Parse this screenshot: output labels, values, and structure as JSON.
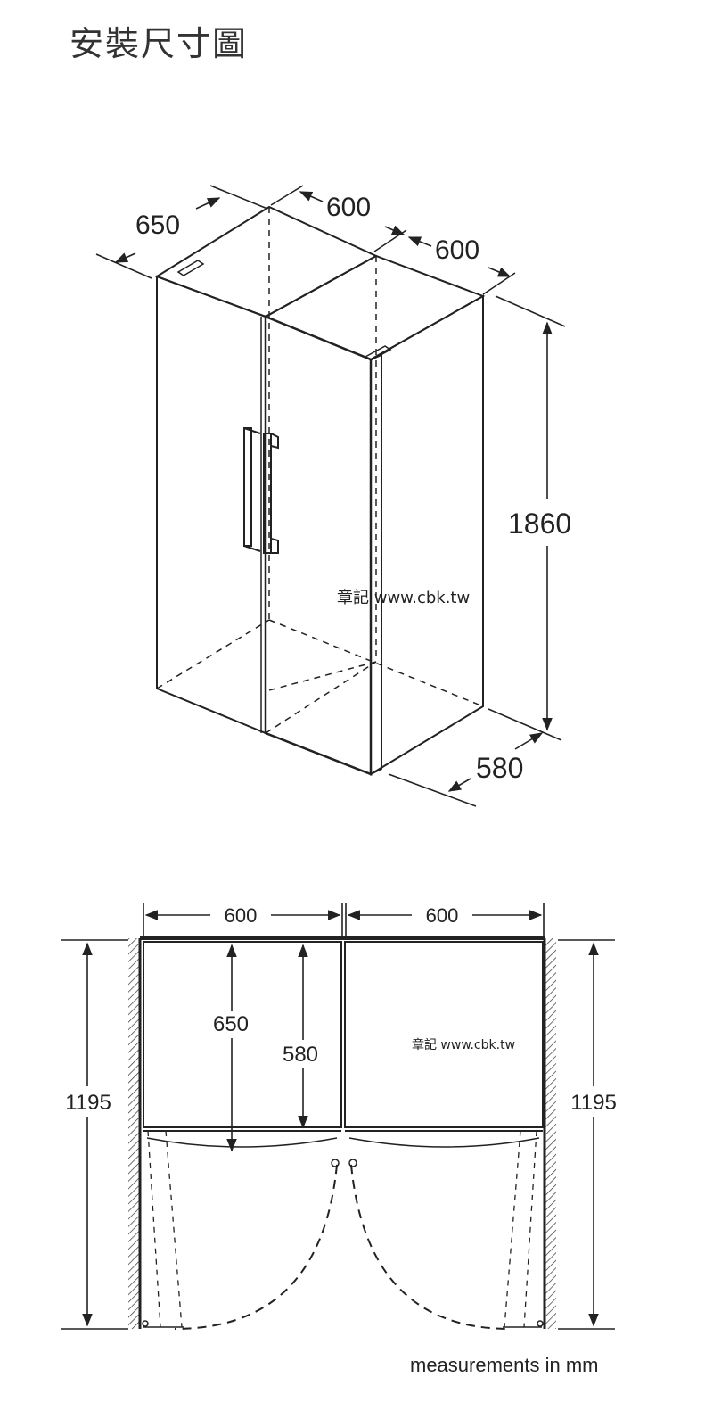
{
  "title": "安裝尺寸圖",
  "iso_view": {
    "depth_label": "650",
    "left_width_label": "600",
    "right_width_label": "600",
    "height_label": "1860",
    "base_depth_label": "580",
    "watermark": "章記 www.cbk.tw"
  },
  "plan_view": {
    "left_width_label": "600",
    "right_width_label": "600",
    "door_open_depth_label": "650",
    "body_depth_label": "580",
    "left_clearance_label": "1195",
    "right_clearance_label": "1195",
    "watermark": "章記 www.cbk.tw"
  },
  "footer": "measurements in mm"
}
